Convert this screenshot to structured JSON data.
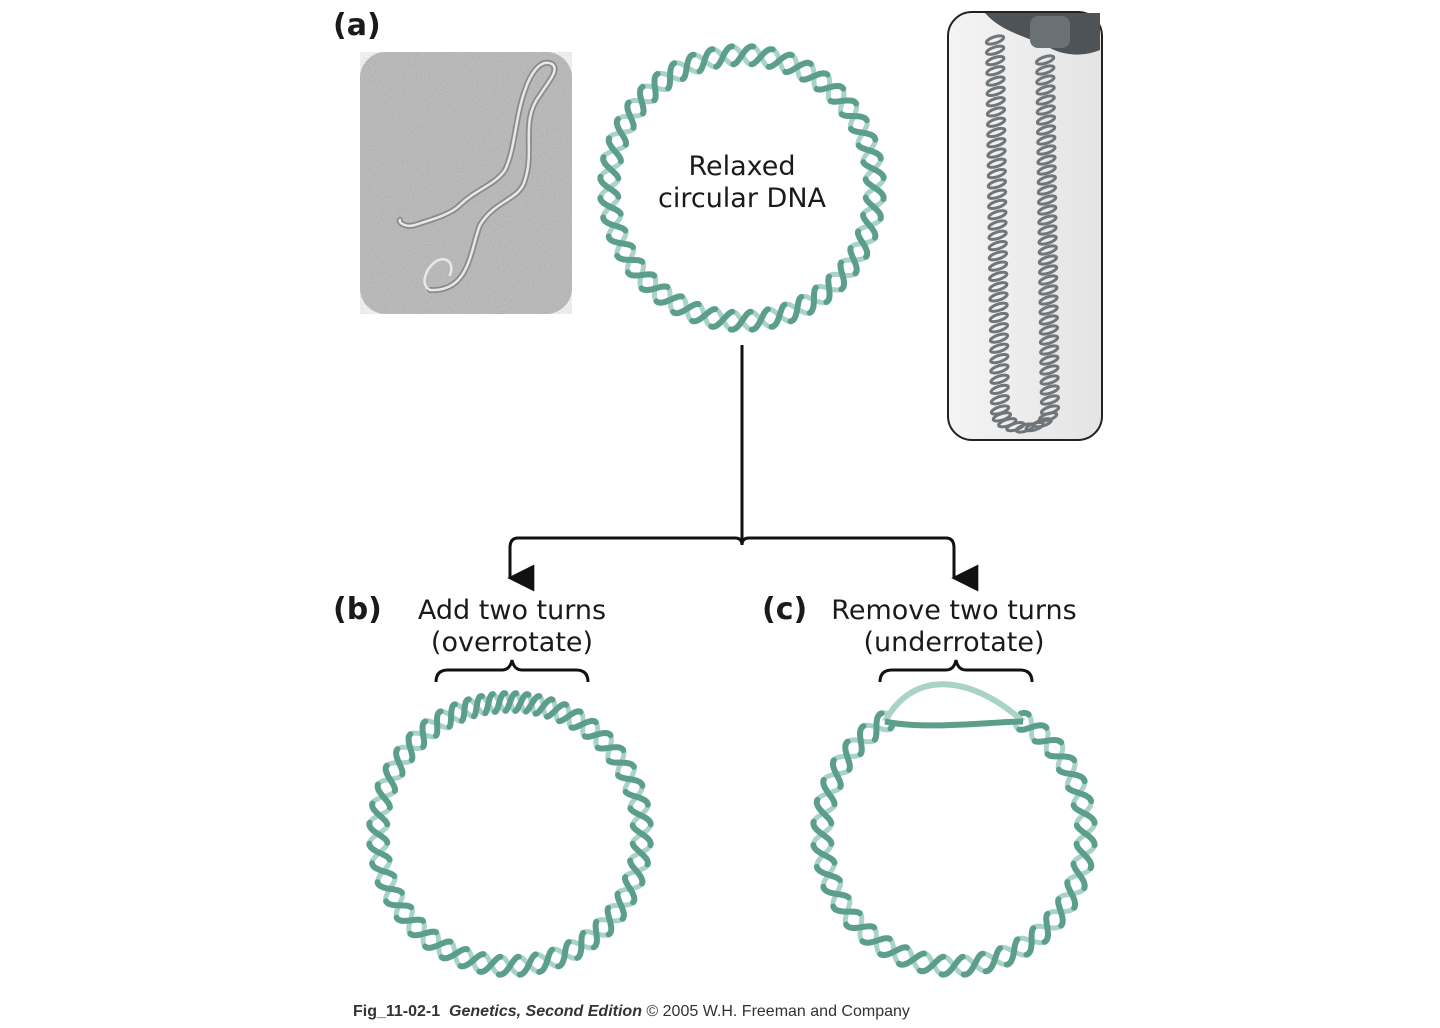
{
  "panels": {
    "a": {
      "letter": "(a)",
      "label_line1": "Relaxed",
      "label_line2": "circular DNA"
    },
    "b": {
      "letter": "(b)",
      "label_line1": "Add two turns",
      "label_line2": "(overrotate)"
    },
    "c": {
      "letter": "(c)",
      "label_line1": "Remove two turns",
      "label_line2": "(underrotate)"
    }
  },
  "caption": {
    "fig": "Fig_11-02-1",
    "book": "Genetics, Second Edition",
    "rest": "© 2005 W.H. Freeman and Company"
  },
  "colors": {
    "dna_strand": "#5b9e8c",
    "dna_light": "#a8d3c6",
    "arrow": "#111111",
    "photo_bg": "#b8b8b8",
    "cord": "#6f7578"
  }
}
